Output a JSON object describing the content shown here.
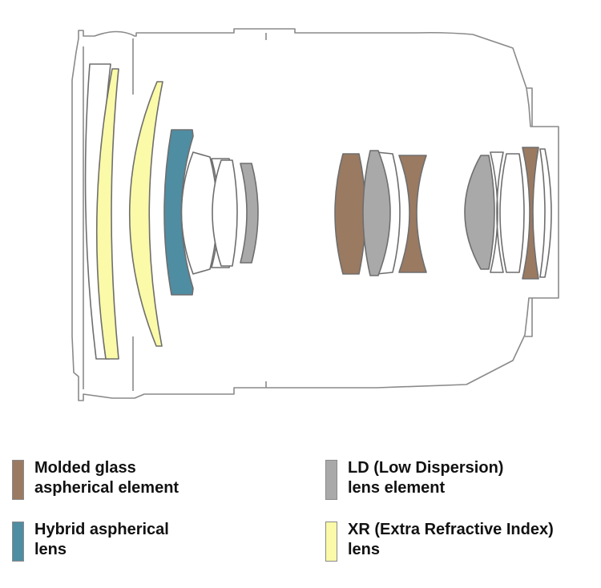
{
  "colors": {
    "molded": "#9b7a62",
    "hybrid": "#4f8da3",
    "ld": "#a9a9a9",
    "xr": "#fafaa8",
    "plain": "#ffffff",
    "outline": "#8a8a8a"
  },
  "legend": [
    {
      "key": "molded",
      "line1": "Molded glass",
      "line2": "aspherical element"
    },
    {
      "key": "hybrid",
      "line1": "Hybrid aspherical",
      "line2": "lens"
    },
    {
      "key": "ld",
      "line1": "LD (Low Dispersion)",
      "line2": "lens element"
    },
    {
      "key": "xr",
      "line1": "XR (Extra Refractive Index)",
      "line2": "lens"
    }
  ]
}
